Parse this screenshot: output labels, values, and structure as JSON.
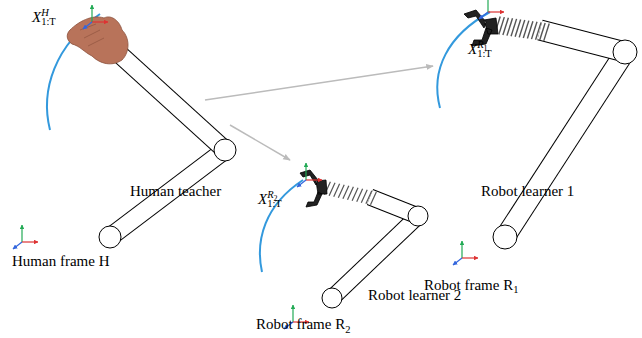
{
  "diagram": {
    "labels": [
      "X",
      "H",
      "1:T",
      "Human teacher",
      "Human frame H",
      "X",
      "R",
      "1",
      "1:T",
      "Robot learner 1",
      "Robot frame R",
      "1",
      "X",
      "R",
      "2",
      "1:T",
      "Robot learner 2",
      "Robot frame R",
      "2"
    ]
  }
}
